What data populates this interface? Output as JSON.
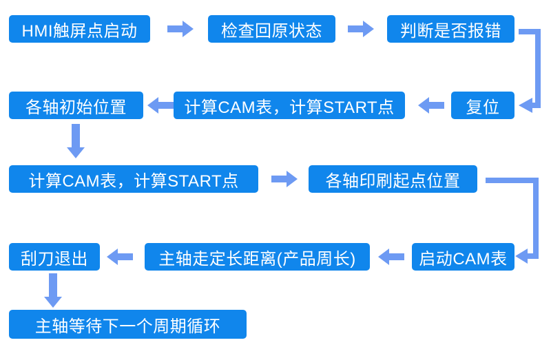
{
  "colors": {
    "node_fill": "#1086EC",
    "node_text": "#FFFFFF",
    "arrow": "#6D9AF3",
    "background": "#FFFFFF"
  },
  "flowchart": {
    "nodes": [
      {
        "id": "hmi-start",
        "label": "HMI触屏点启动"
      },
      {
        "id": "check-home-status",
        "label": "检查回原状态"
      },
      {
        "id": "judge-error",
        "label": "判断是否报错"
      },
      {
        "id": "reset",
        "label": "复位"
      },
      {
        "id": "calc-cam-start-row2",
        "label": "计算CAM表，计算START点"
      },
      {
        "id": "axes-initial-position",
        "label": "各轴初始位置"
      },
      {
        "id": "calc-cam-start-row3",
        "label": "计算CAM表，计算START点"
      },
      {
        "id": "axes-print-start-position",
        "label": "各轴印刷起点位置"
      },
      {
        "id": "start-cam-table",
        "label": "启动CAM表"
      },
      {
        "id": "spindle-fixed-distance",
        "label": "主轴走定长距离(产品周长)"
      },
      {
        "id": "squeegee-retract",
        "label": "刮刀退出"
      },
      {
        "id": "spindle-wait-next-cycle",
        "label": "主轴等待下一个周期循环"
      }
    ],
    "connectors": [
      {
        "from": "hmi-start",
        "to": "check-home-status",
        "direction": "right"
      },
      {
        "from": "check-home-status",
        "to": "judge-error",
        "direction": "right"
      },
      {
        "from": "judge-error",
        "to": "reset",
        "direction": "elbow-down-left"
      },
      {
        "from": "reset",
        "to": "calc-cam-start-row2",
        "direction": "left"
      },
      {
        "from": "calc-cam-start-row2",
        "to": "axes-initial-position",
        "direction": "left"
      },
      {
        "from": "axes-initial-position",
        "to": "calc-cam-start-row3",
        "direction": "down"
      },
      {
        "from": "calc-cam-start-row3",
        "to": "axes-print-start-position",
        "direction": "right"
      },
      {
        "from": "axes-print-start-position",
        "to": "start-cam-table",
        "direction": "elbow-down-left"
      },
      {
        "from": "start-cam-table",
        "to": "spindle-fixed-distance",
        "direction": "left"
      },
      {
        "from": "spindle-fixed-distance",
        "to": "squeegee-retract",
        "direction": "left"
      },
      {
        "from": "squeegee-retract",
        "to": "spindle-wait-next-cycle",
        "direction": "down"
      }
    ]
  }
}
